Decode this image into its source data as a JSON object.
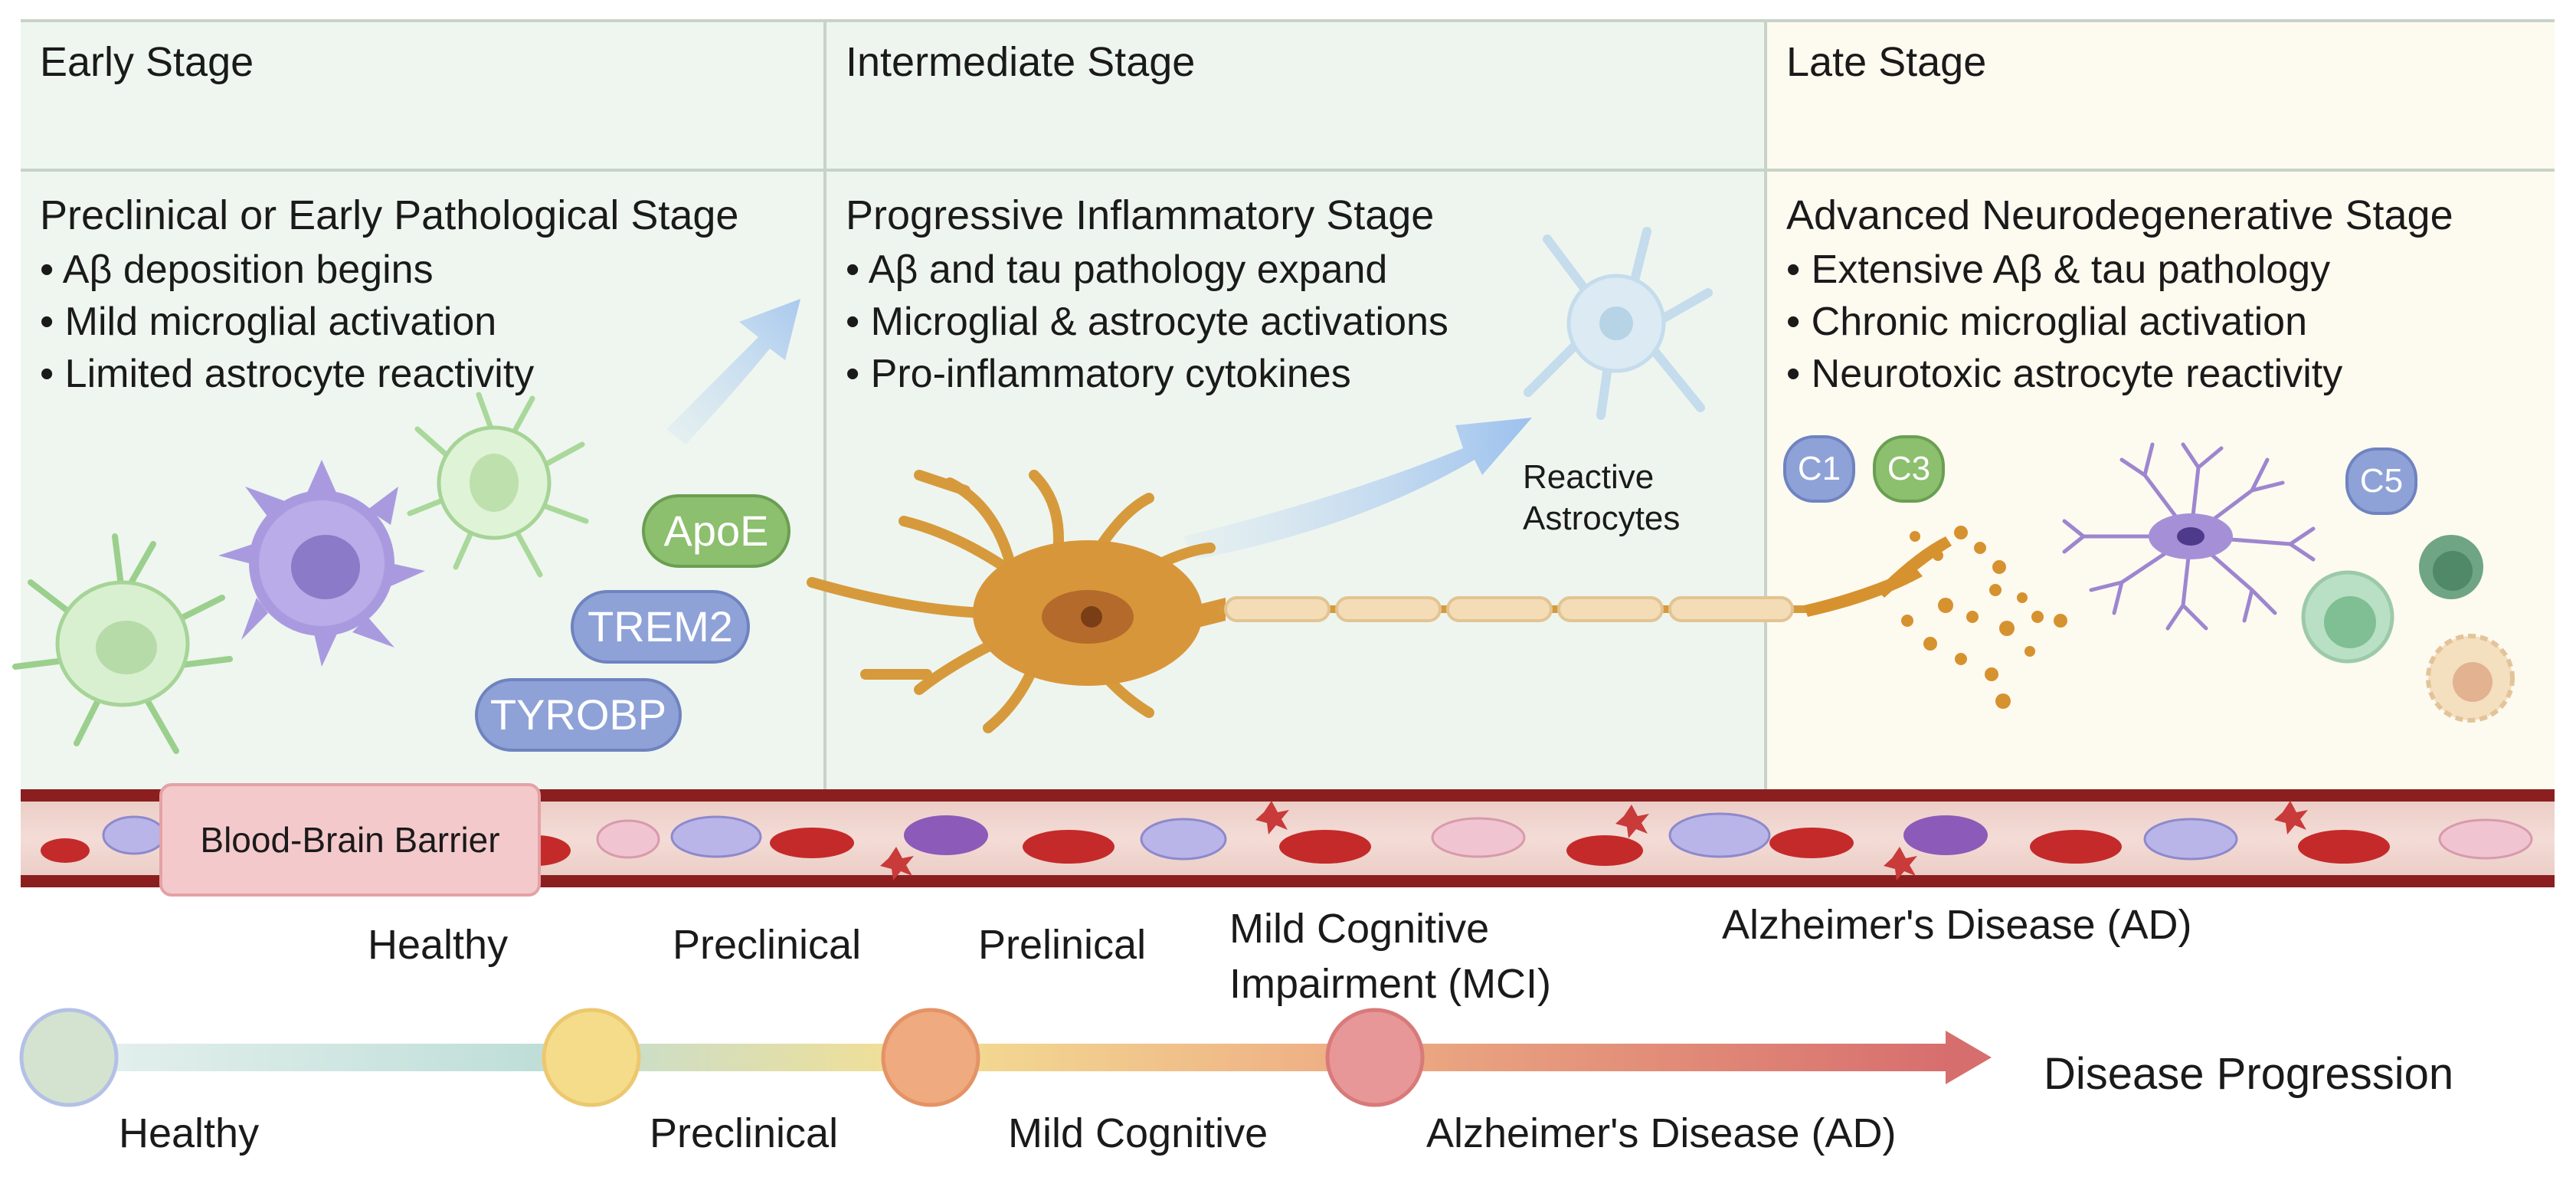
{
  "stages": [
    {
      "title": "Early Stage",
      "heading": "Preclinical or Early Pathological Stage",
      "bullets": [
        "• Aβ deposition begins",
        "• Mild microglial activation",
        "• Limited astrocyte reactivity"
      ]
    },
    {
      "title": "Intermediate Stage",
      "heading": "Progressive Inflammatory Stage",
      "bullets": [
        "• Aβ and tau pathology expand",
        "• Microglial & astrocyte activations",
        "• Pro-inflammatory cytokines"
      ]
    },
    {
      "title": "Late Stage",
      "heading": "Advanced Neurodegenerative Stage",
      "bullets": [
        "• Extensive Aβ & tau pathology",
        "• Chronic microglial activation",
        "• Neurotoxic astrocyte reactivity"
      ]
    }
  ],
  "markers": {
    "apoe": "ApoE",
    "trem2": "TREM2",
    "tyrobp": "TYROBP"
  },
  "complement": {
    "c1": "C1",
    "c3": "C3",
    "c5": "C5"
  },
  "reactive_astrocytes": [
    "Reactive",
    "Astrocytes"
  ],
  "bbb_label": "Blood-Brain Barrier",
  "timeline_top": {
    "healthy": "Healthy",
    "preclinical": "Preclinical",
    "prelinical": "Prelinical",
    "mci_line1": "Mild Cognitive",
    "mci_line2": "Impairment (MCI)",
    "ad": "Alzheimer's Disease (AD)"
  },
  "timeline_bottom": {
    "healthy": "Healthy",
    "preclinical": "Preclinical",
    "mild": "Mild Cognitive",
    "ad": "Alzheimer's Disease (AD)"
  },
  "progression_label": "Disease Progression",
  "colors": {
    "early_bg": "#eef6ef",
    "intermediate_bg": "#eef5ef",
    "late_bg": "#fdfaf0",
    "marker_green": "#8cbf6e",
    "marker_blue": "#8ea2d8",
    "vessel": "#8b1f1f",
    "healthy_dot": "#d3e3cf",
    "preclinical_dot": "#f4dc8b",
    "mild_dot": "#efaa7f",
    "ad_dot": "#e79797"
  }
}
